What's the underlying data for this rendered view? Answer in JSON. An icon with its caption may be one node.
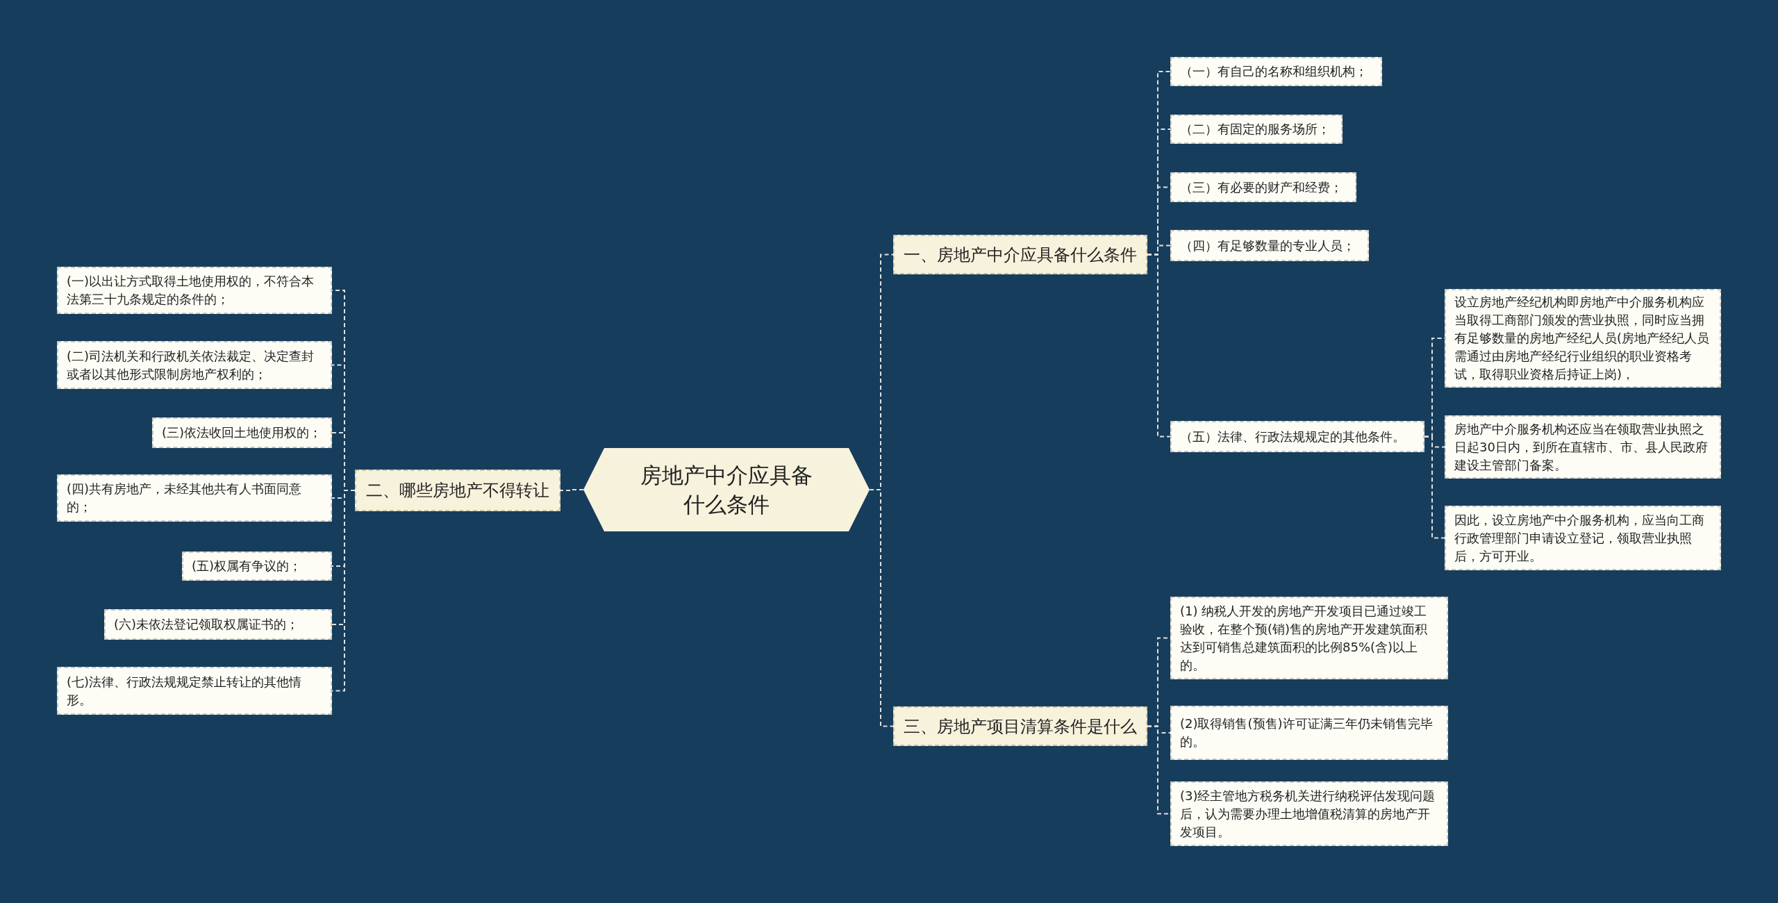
{
  "diagram": {
    "nodes": [
      {
        "text": [
          "房地产中介应具备什么条件"
        ]
      },
      {
        "text": [
          "一、房地产中介应具备什么条件"
        ]
      },
      {
        "text": [
          "（一）有自己的名称和组织机构；"
        ]
      },
      {
        "text": [
          "（二）有固定的服务场所；"
        ]
      },
      {
        "text": [
          "（三）有必要的财产和经费；"
        ]
      },
      {
        "text": [
          "（四）有足够数量的专业人员；"
        ]
      },
      {
        "text": [
          "（五）法律、行政法规规定的其他条件。"
        ]
      },
      {
        "text": [
          "设立房地产经纪机构即房地产中介服务机构应当取得工商部门颁发的营业执照，同时应当拥有足够数量的房地产经纪人员(房地产经纪人员需通过由房地产经纪行业组织的职业资格考试，取得职业资格后持证上岗)，"
        ]
      },
      {
        "text": [
          "房地产中介服务机构还应当在领取营业执照之日起30日内，到所在直辖市、市、县人民政府建设主管部门备案。"
        ]
      },
      {
        "text": [
          "因此，设立房地产中介服务机构，应当向工商行政管理部门申请设立登记，领取营业执照后，方可开业。"
        ]
      },
      {
        "text": [
          "三、房地产项目清算条件是什么"
        ]
      },
      {
        "text": [
          "(1) 纳税人开发的房地产开发项目已通过竣工验收，在整个预(销)售的房地产开发建筑面积达到可销售总建筑面积的比例85%(含)以上的。"
        ]
      },
      {
        "text": [
          "(2)取得销售(预售)许可证满三年仍未销售完毕的。"
        ]
      },
      {
        "text": [
          "(3)经主管地方税务机关进行纳税评估发现问题后，认为需要办理土地增值税清算的房地产开发项目。"
        ]
      },
      {
        "text": [
          "二、哪些房地产不得转让"
        ]
      },
      {
        "text": [
          "(一)以出让方式取得土地使用权的，不符合本法第三十九条规定的条件的；"
        ]
      },
      {
        "text": [
          "(二)司法机关和行政机关依法裁定、决定查封或者以其他形式限制房地产权利的；"
        ]
      },
      {
        "text": [
          "(三)依法收回土地使用权的；"
        ]
      },
      {
        "text": [
          "(四)共有房地产，未经其他共有人书面同意的；"
        ]
      },
      {
        "text": [
          "(五)权属有争议的；"
        ]
      },
      {
        "text": [
          "(六)未依法登记领取权属证书的；"
        ]
      },
      {
        "text": [
          "(七)法律、行政法规规定禁止转让的其他情形。"
        ]
      }
    ],
    "edges": [
      {
        "from": 0,
        "to": 1,
        "arrow": "none"
      },
      {
        "from": 1,
        "to": 2,
        "arrow": "none"
      },
      {
        "from": 1,
        "to": 3,
        "arrow": "none"
      },
      {
        "from": 1,
        "to": 4,
        "arrow": "none"
      },
      {
        "from": 1,
        "to": 5,
        "arrow": "none"
      },
      {
        "from": 1,
        "to": 6,
        "arrow": "none"
      },
      {
        "from": 6,
        "to": 7,
        "arrow": "none"
      },
      {
        "from": 6,
        "to": 8,
        "arrow": "none"
      },
      {
        "from": 6,
        "to": 9,
        "arrow": "none"
      },
      {
        "from": 0,
        "to": 10,
        "arrow": "none"
      },
      {
        "from": 10,
        "to": 11,
        "arrow": "none"
      },
      {
        "from": 10,
        "to": 12,
        "arrow": "none"
      },
      {
        "from": 10,
        "to": 13,
        "arrow": "none"
      },
      {
        "from": 0,
        "to": 14,
        "arrow": "none"
      },
      {
        "from": 14,
        "to": 15,
        "arrow": "none"
      },
      {
        "from": 14,
        "to": 16,
        "arrow": "none"
      },
      {
        "from": 14,
        "to": 17,
        "arrow": "none"
      },
      {
        "from": 14,
        "to": 18,
        "arrow": "none"
      },
      {
        "from": 14,
        "to": 19,
        "arrow": "none"
      },
      {
        "from": 14,
        "to": 20,
        "arrow": "none"
      },
      {
        "from": 14,
        "to": 21,
        "arrow": "none"
      }
    ]
  }
}
